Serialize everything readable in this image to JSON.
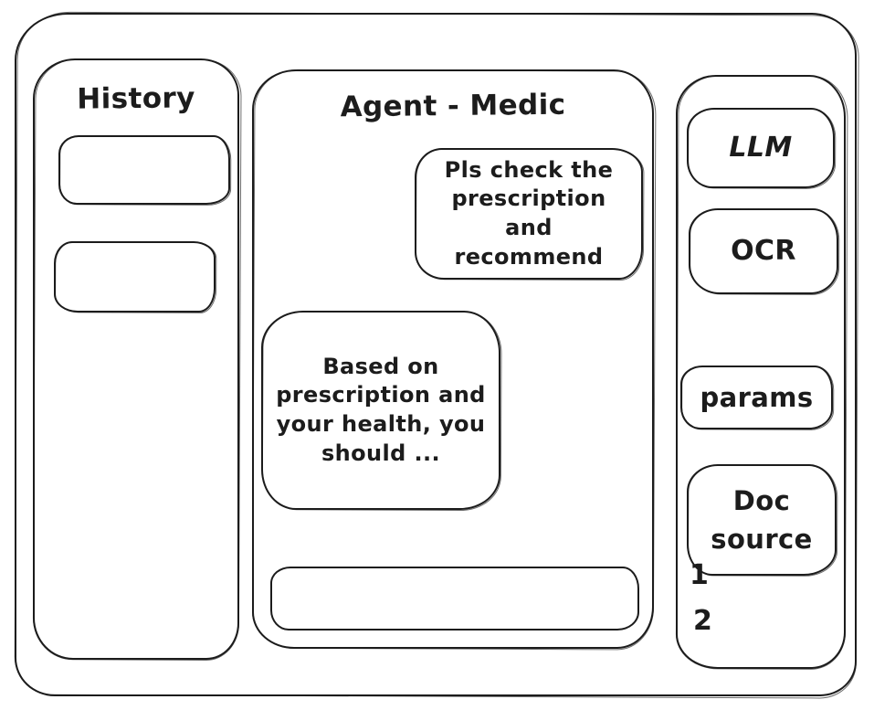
{
  "window": {
    "stroke_color": "#1c1c1c",
    "background_color": "#ffffff"
  },
  "sidebar": {
    "title": "History",
    "items": [
      {
        "label": ""
      },
      {
        "label": ""
      }
    ]
  },
  "chat": {
    "title": "Agent - Medic",
    "user_message": "Pls check the prescription and recommend",
    "agent_message": "Based on prescription and your health, you should ...",
    "input": {
      "value": "",
      "placeholder": ""
    }
  },
  "tools": {
    "llm_label": "LLM",
    "ocr_label": "OCR",
    "params_label": "params",
    "doc_source_label": "Doc source",
    "note_1": "1",
    "note_2": "2"
  }
}
